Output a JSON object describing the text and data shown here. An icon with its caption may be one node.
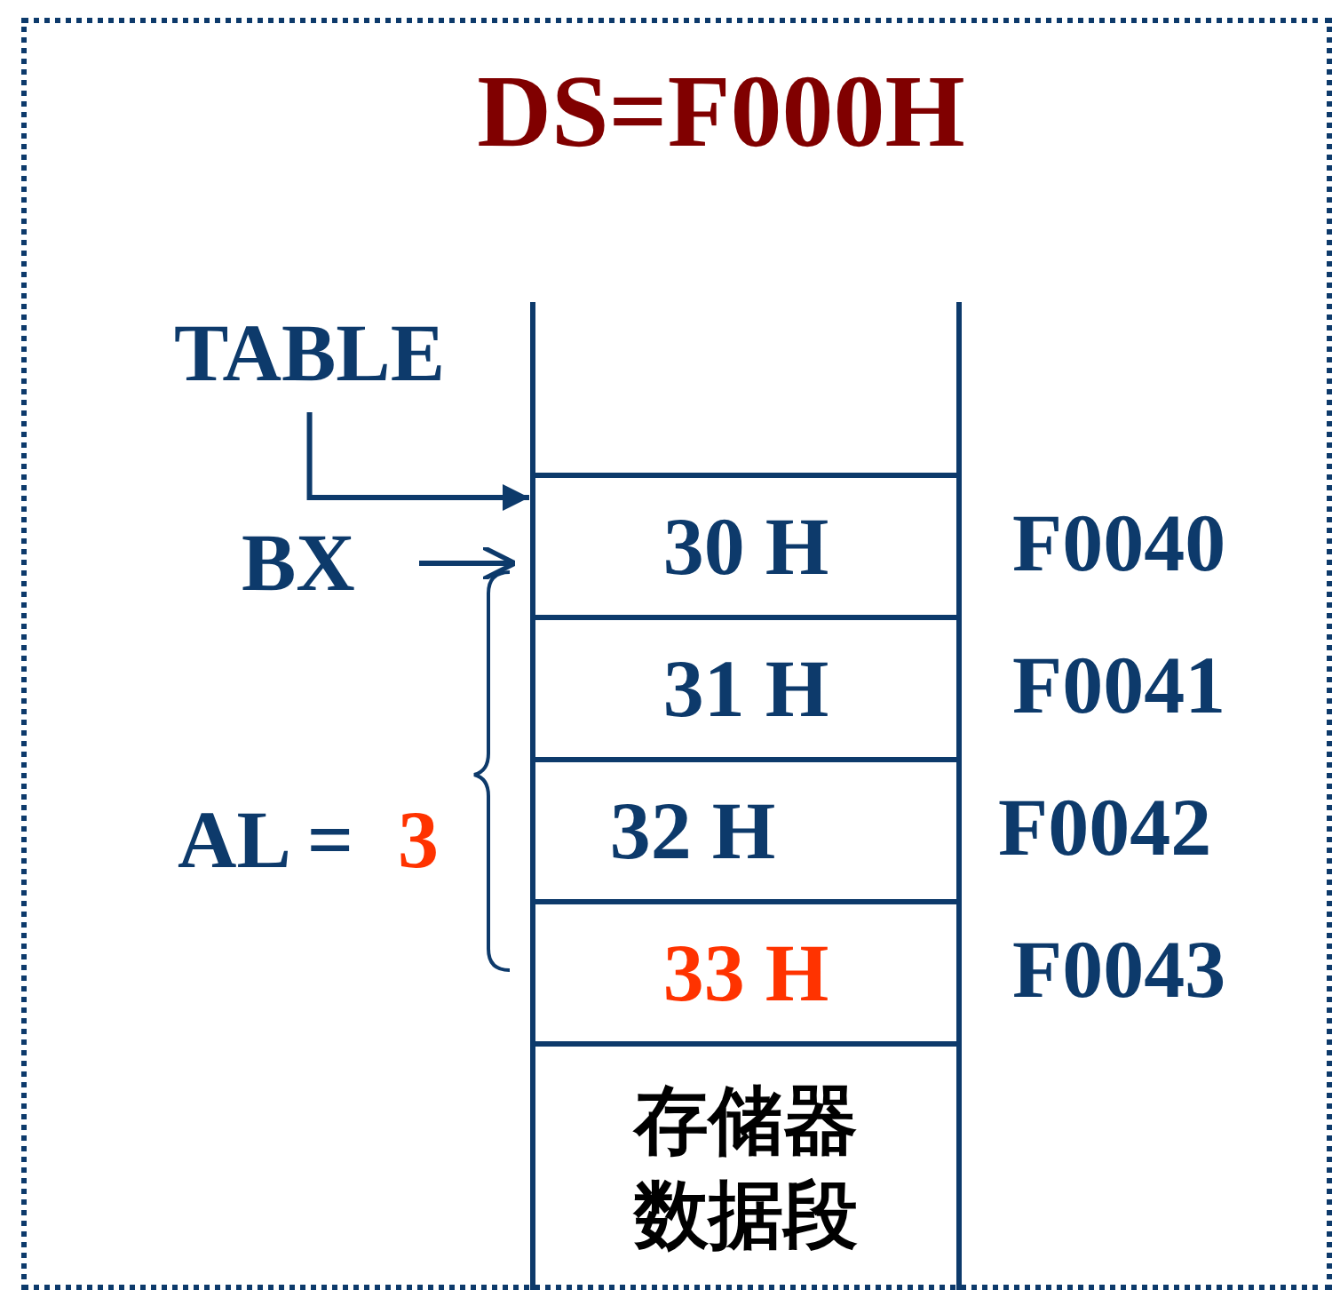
{
  "diagram": {
    "title": "DS=F000H",
    "nodes": [
      {
        "text": [
          "TABLE"
        ]
      },
      {
        "text": [
          "BX"
        ]
      },
      {
        "text": [
          "30 H"
        ],
        "beside": [
          "F0040"
        ]
      },
      {
        "text": [
          "31 H"
        ],
        "beside": [
          "F0041"
        ]
      },
      {
        "text": [
          "32 H"
        ],
        "beside": [
          "F0042"
        ]
      },
      {
        "text": [
          "33 H"
        ],
        "beside": [
          "F0043"
        ]
      },
      {
        "text": [
          "存储器数据段"
        ]
      }
    ],
    "edges": [
      {
        "from": 0,
        "to": 2,
        "arrow": "to"
      },
      {
        "from": 1,
        "to": 2,
        "arrow": "to"
      }
    ],
    "labels": [
      "AL =",
      "3"
    ]
  }
}
